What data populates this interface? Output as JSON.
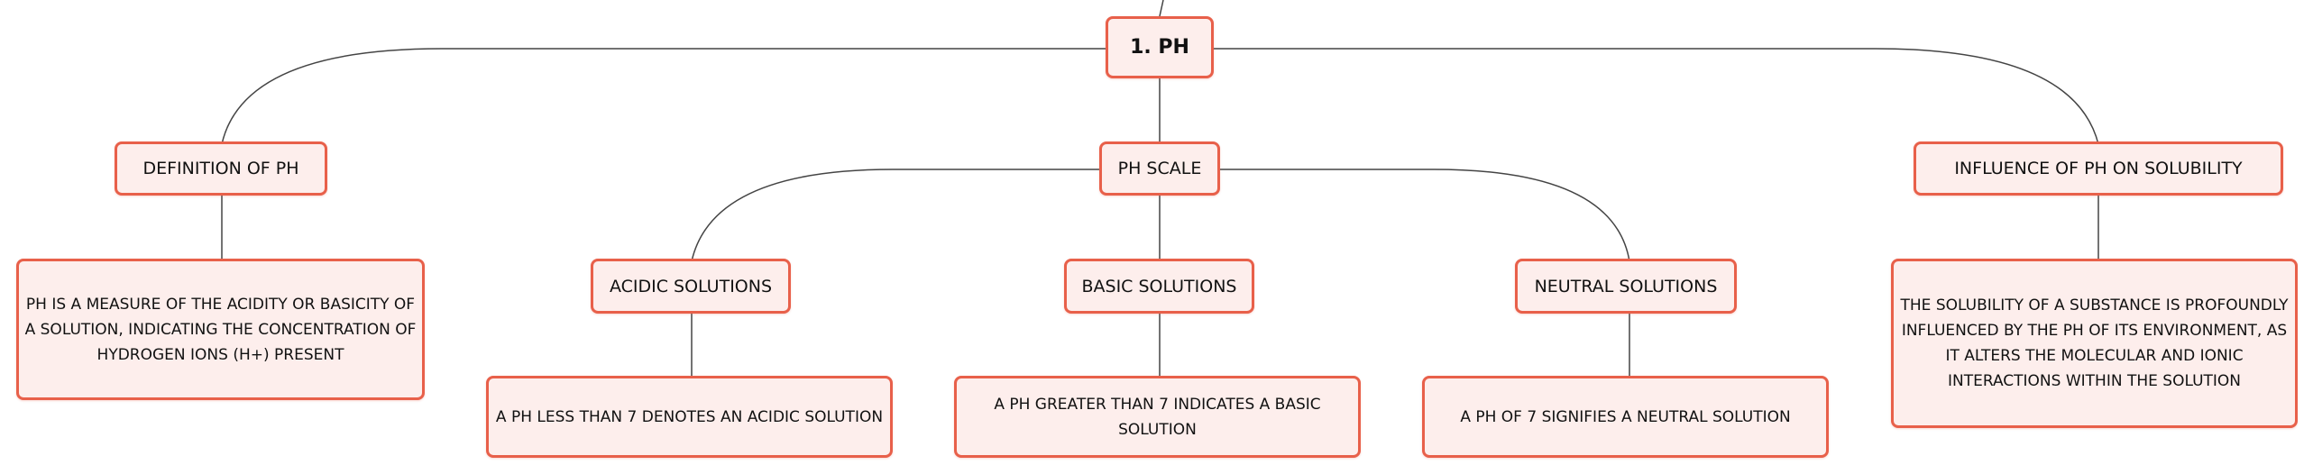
{
  "colors": {
    "node_border": "#e8604a",
    "node_fill": "#fdeeec",
    "connector": "#444444",
    "text": "#111111"
  },
  "diagram": {
    "root": {
      "label": "1. PH"
    },
    "definition": {
      "label": "DEFINITION OF PH",
      "detail": "PH IS A MEASURE OF THE ACIDITY OR BASICITY OF A SOLUTION, INDICATING THE CONCENTRATION OF HYDROGEN IONS (H+) PRESENT"
    },
    "scale": {
      "label": "PH SCALE",
      "acidic": {
        "label": "ACIDIC SOLUTIONS",
        "detail": "A PH LESS THAN 7 DENOTES AN ACIDIC SOLUTION"
      },
      "basic": {
        "label": "BASIC SOLUTIONS",
        "detail": "A PH GREATER THAN 7 INDICATES A BASIC SOLUTION"
      },
      "neutral": {
        "label": "NEUTRAL SOLUTIONS",
        "detail": "A PH OF 7 SIGNIFIES A NEUTRAL SOLUTION"
      }
    },
    "solubility": {
      "label": "INFLUENCE OF PH ON SOLUBILITY",
      "detail": "THE SOLUBILITY OF A SUBSTANCE IS PROFOUNDLY INFLUENCED BY THE PH OF ITS ENVIRONMENT, AS IT ALTERS THE MOLECULAR AND IONIC INTERACTIONS WITHIN THE SOLUTION"
    }
  }
}
